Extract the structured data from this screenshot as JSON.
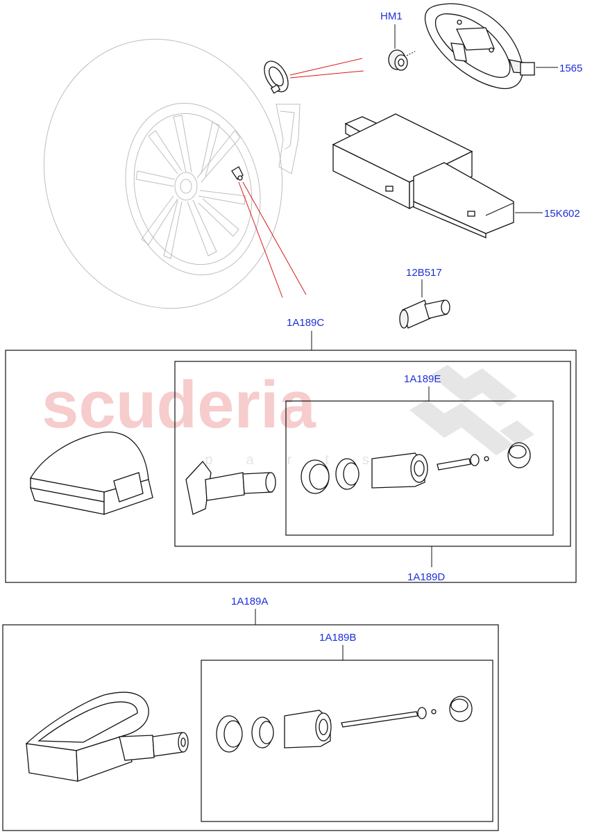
{
  "watermark": {
    "brand": "scuderia",
    "sub": "car parts"
  },
  "callouts": {
    "hm1": "HM1",
    "p1565": "1565",
    "p15k602": "15K602",
    "p12b517": "12B517",
    "p1a189c": "1A189C",
    "p1a189e": "1A189E",
    "p1a189d": "1A189D",
    "p1a189a": "1A189A",
    "p1a189b": "1A189B"
  },
  "colors": {
    "callout_text": "#1d2fd6",
    "leader_red": "#d81818",
    "watermark": "#f6cccc"
  }
}
